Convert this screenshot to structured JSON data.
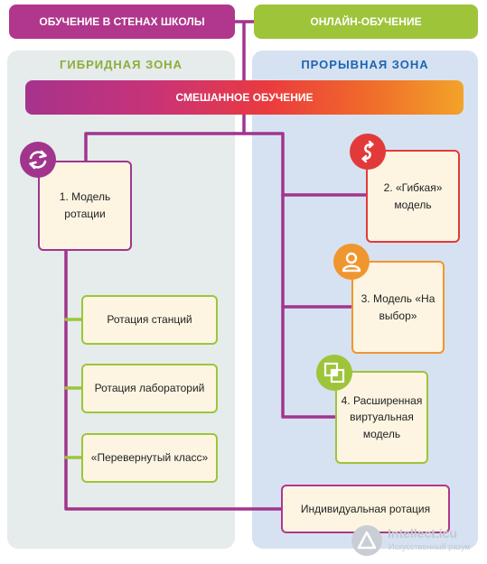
{
  "header": {
    "school_label": "ОБУЧЕНИЕ В СТЕНАХ ШКОЛЫ",
    "online_label": "ОНЛАЙН-ОБУЧЕНИЕ"
  },
  "zones": {
    "hybrid_title": "ГИБРИДНАЯ ЗОНА",
    "breakthrough_title": "ПРОРЫВНАЯ ЗОНА"
  },
  "blended_label": "СМЕШАННОЕ ОБУЧЕНИЕ",
  "models": {
    "rotation": "1. Модель ротации",
    "flex": "2. «Гибкая» модель",
    "choice": "3. Модель «На выбор»",
    "virtual": "4. Расширенная виртуальная модель"
  },
  "rotation_types": {
    "stations": "Ротация станций",
    "labs": "Ротация лабораторий",
    "flipped": "«Перевернутый класс»",
    "individual": "Индивидуальная ротация"
  },
  "icons": {
    "rotation": "rotate-arrows-icon",
    "flex": "s-arrows-icon",
    "choice": "person-icon",
    "virtual": "overlapping-squares-icon"
  },
  "colors": {
    "purple": "#a1358e",
    "green": "#9ec43a",
    "red": "#e23a3a",
    "orange": "#f0962f",
    "blue_title": "#1e64b4"
  },
  "watermark": {
    "name": "Intellect.icu",
    "tagline": "Искусственный разум"
  }
}
